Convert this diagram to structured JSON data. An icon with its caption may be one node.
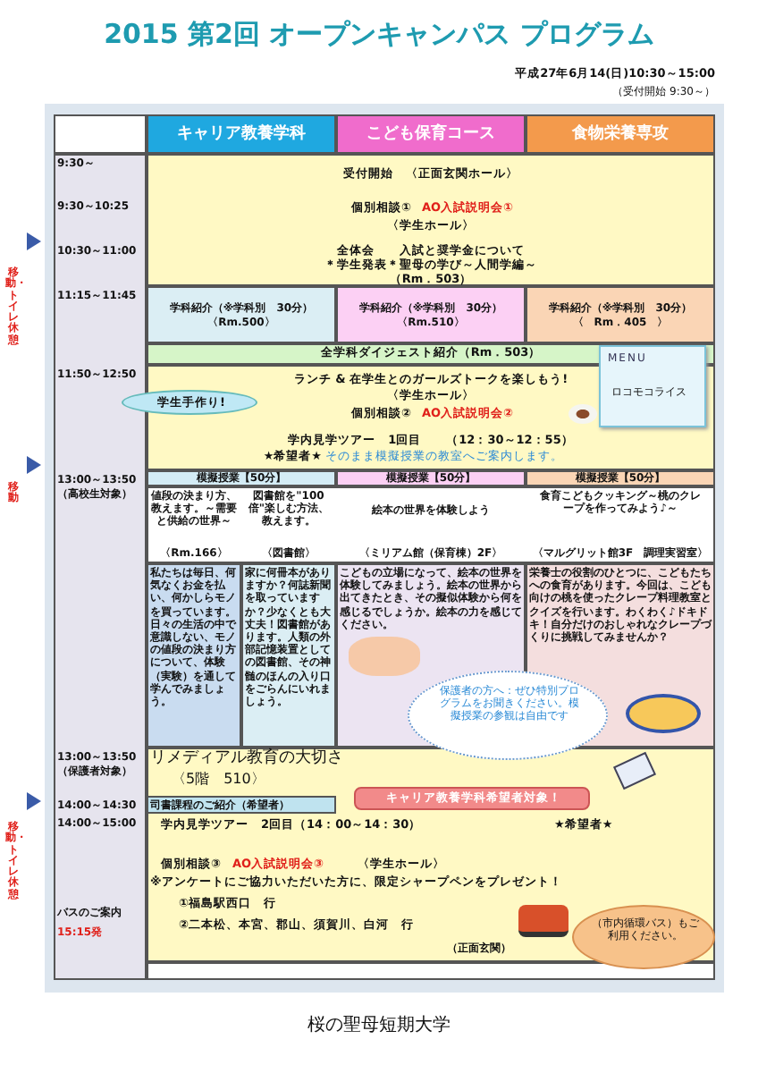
{
  "diagram": {
    "title": "2015 第2回 オープンキャンパス プログラム",
    "caption": "桜の聖母短期大学",
    "labels": [
      "平成27年6月14(日)10:30～15:00",
      "（受付開始 9:30～）",
      "キャリア教養学科",
      "こども保育コース",
      "食物栄養専攻",
      "9:30～",
      "受付開始　〈正面玄関ホール〉",
      "9:30～10:25",
      "個別相談①",
      "AO入試説明会①",
      "〈学生ホール〉",
      "10:30～11:00",
      "全体会　　入試と奨学金について",
      "＊学生発表＊聖母の学び～人間学編～",
      "（Rm．503）",
      "移動・トイレ休憩",
      "11:15～11:45",
      "学科紹介（※学科別　30分）",
      "〈Rm.500〉",
      "学科紹介（※学科別　30分）",
      "〈Rm.510〉",
      "学科紹介（※学科別　30分）",
      "〈　Rm．405　〉",
      "全学科ダイジェスト紹介（Rm．503）",
      "MENU",
      "ロコモコライス",
      "11:50～12:50",
      "ランチ & 在学生とのガールズトークを楽しもう!",
      "〈学生ホール〉",
      "学生手作り!",
      "個別相談②",
      "AO入試説明会②",
      "学内見学ツアー　1回目　　（12：30～12：55）",
      "★希望者★",
      "そのまま模擬授業の教室へご案内します。",
      "移動",
      "13:00～13:50",
      "（高校生対象）",
      "模擬授業【50分】",
      "値段の決まり方、教えます。～需要と供給の世界～",
      "〈Rm.166〉",
      "図書館を\"100倍\"楽しむ方法、教えます。",
      "〈図書館〉",
      "私たちは毎日、何気なくお金を払い、何かしらモノを買っています。日々の生活の中で意識しない、モノの値段の決まり方について、体験（実験）を通して学んでみましょう。",
      "家に何冊本がありますか？何誌新聞を取っていますか？少なくとも大丈夫！図書館があります。人類の外部記憶装置としての図書館、その神髄のほんの入り口をごらんにいれましょう。",
      "模擬授業【50分】",
      "絵本の世界を体験しよう",
      "〈ミリアム館（保育棟）2F〉",
      "こどもの立場になって、絵本の世界を体験してみましょう。絵本の世界から出てきたとき、その擬似体験から何を感じるでしょうか。絵本の力を感じてください。",
      "模擬授業【50分】",
      "食育こどもクッキング～桃のクレープを作ってみよう♪～",
      "〈マルグリット館3F　調理実習室〉",
      "栄養士の役割のひとつに、こどもたちへの食育があります。今回は、こども向けの桃を使ったクレープ料理教室とクイズを行います。わくわく♪ドキドキ！自分だけのおしゃれなクレープづくりに挑戦してみませんか？",
      "保護者の方へ：ぜひ特別プログラムをお聞きください。模擬授業の参観は自由です",
      "13:00～13:50",
      "（保護者対象）",
      "リメディアル教育の大切さ",
      "〈5階　510〉",
      "移動・トイレ休憩",
      "14:00～14:30",
      "司書課程のご紹介（希望者）",
      "キャリア教養学科希望者対象！",
      "14:00～15:00",
      "学内見学ツアー　2回目（14：00～14：30）",
      "★希望者★",
      "個別相談③",
      "AO入試説明会③",
      "〈学生ホール〉",
      "※アンケートにご協力いただいた方に、限定シャープペンをプレゼント！",
      "バスのご案内",
      "15:15発",
      "①福島駅西口　行",
      "②二本松、本宮、郡山、須賀川、白河　行",
      "（正面玄関）",
      "（市内循環バス）もご利用ください。"
    ]
  }
}
